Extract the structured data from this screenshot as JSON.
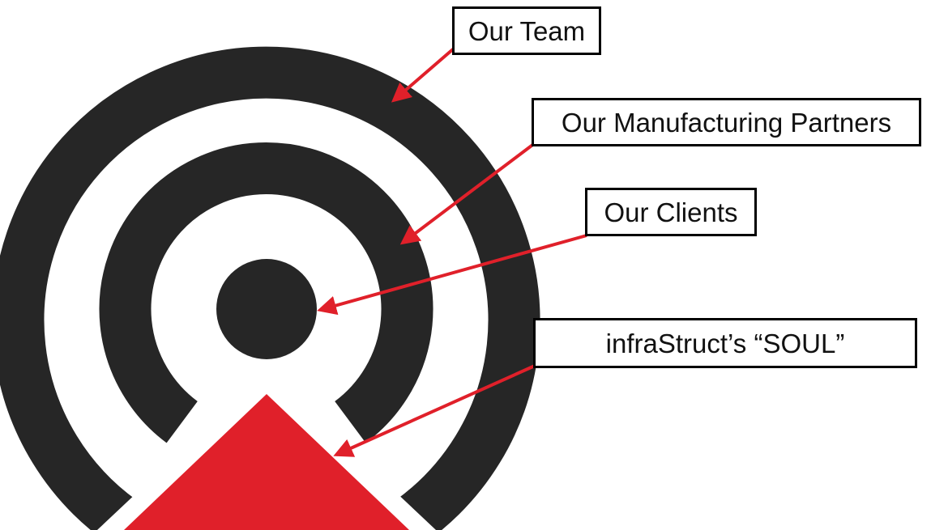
{
  "labels": {
    "team": "Our Team",
    "partners": "Our Manufacturing Partners",
    "clients": "Our Clients",
    "soul": "infraStruct’s “SOUL”"
  },
  "colors": {
    "rings": "#262626",
    "triangle": "#e0202a",
    "arrows": "#e0202a",
    "box_border": "#000000",
    "background": "#ffffff"
  }
}
